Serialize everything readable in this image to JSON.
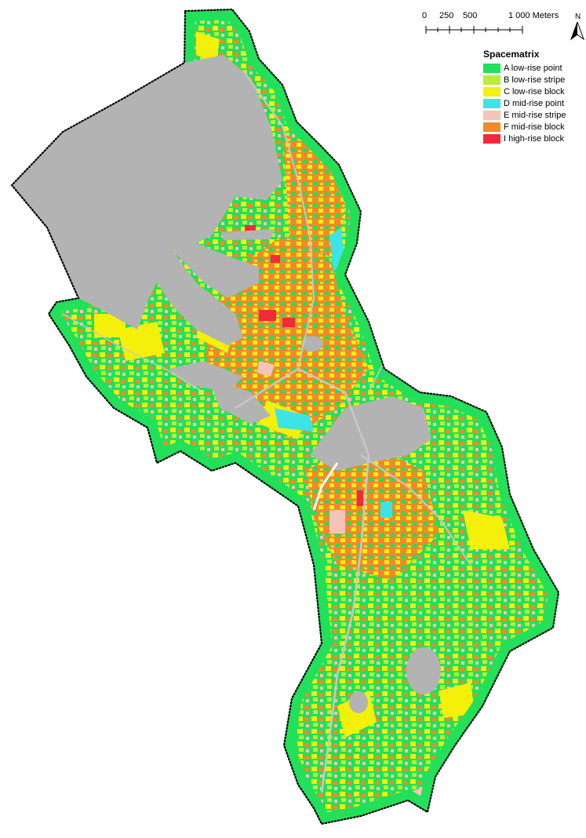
{
  "legend": {
    "title": "Spacematrix",
    "items": [
      {
        "label": "A low-rise point",
        "color": "#22e05a"
      },
      {
        "label": "B low-rise stripe",
        "color": "#b8ee3a"
      },
      {
        "label": "C low-rise block",
        "color": "#f5f00a"
      },
      {
        "label": "D mid-rise point",
        "color": "#3ee3e6"
      },
      {
        "label": "E mid-rise stripe",
        "color": "#f6c3b9"
      },
      {
        "label": "F mid-rise block",
        "color": "#f08a2a"
      },
      {
        "label": "I high-rise block",
        "color": "#f22a3a"
      }
    ]
  },
  "scale": {
    "ticks": [
      "0",
      "250",
      "500",
      "1 000 Meters"
    ]
  },
  "north": {
    "label": "N",
    "icon": "north-arrow-icon"
  },
  "colors": {
    "gray_area": "#b3b3b3",
    "border": "#000000",
    "roads": "#c0c0c0"
  }
}
